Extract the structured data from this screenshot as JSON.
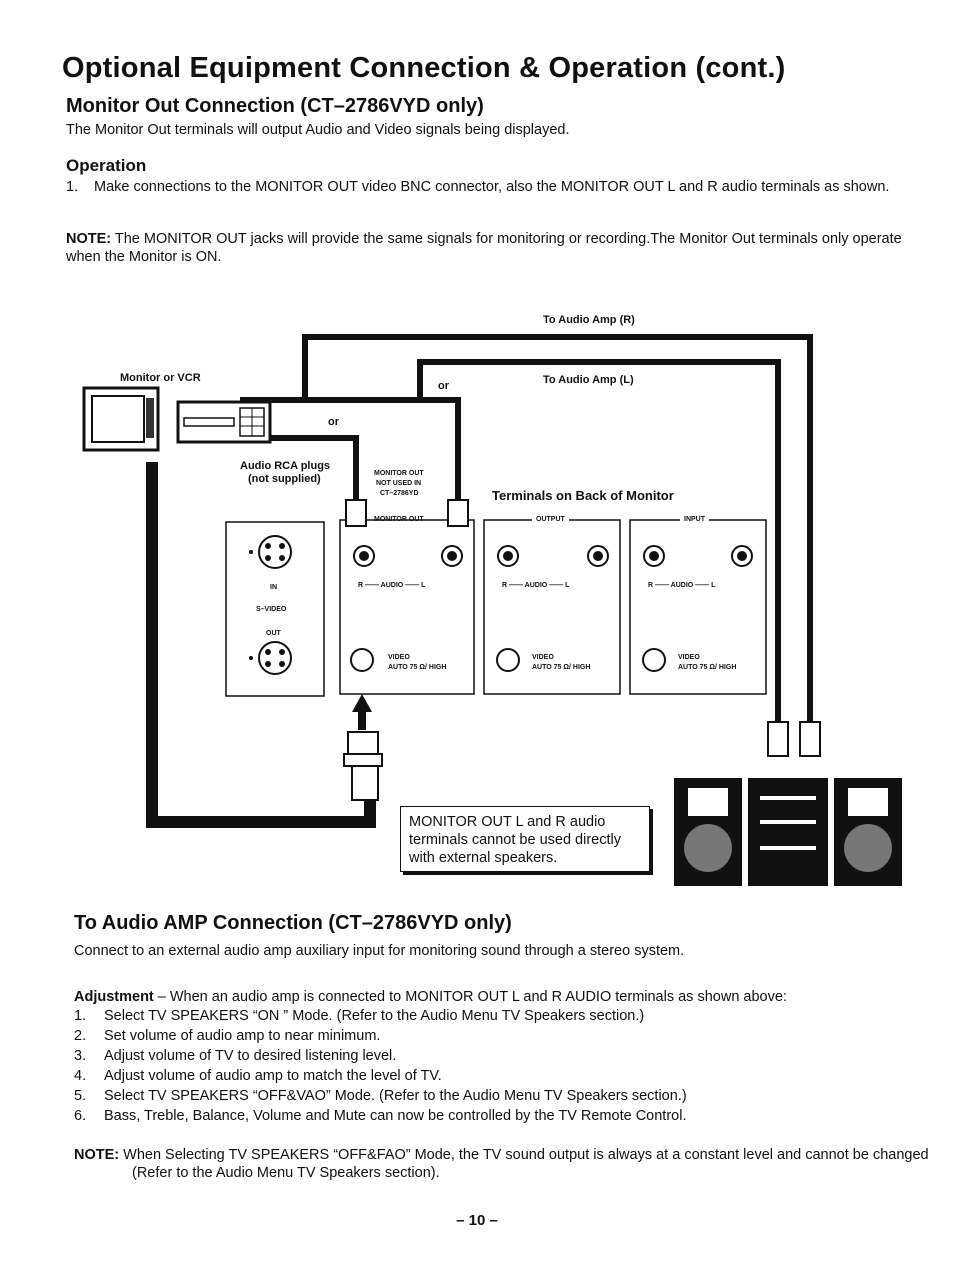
{
  "page_title": "Optional Equipment Connection & Operation (cont.)",
  "monitor_section": {
    "heading": "Monitor Out Connection (CT–2786VYD only)",
    "intro": "The Monitor Out terminals will output Audio and Video signals being displayed.",
    "operation_heading": "Operation",
    "step_1_num": "1.",
    "step_1": "Make connections to the MONITOR OUT video BNC connector, also the MONITOR OUT L and R audio terminals as shown.",
    "note_label": "NOTE:",
    "note_text": "The MONITOR OUT jacks will provide the same signals for monitoring or recording.The Monitor Out terminals only operate when the Monitor is ON."
  },
  "diagram": {
    "to_audio_amp_r": "To Audio Amp (R)",
    "to_audio_amp_l": "To Audio Amp (L)",
    "monitor_or_vcr": "Monitor or VCR",
    "or_1": "or",
    "or_2": "or",
    "audio_rca_plugs": "Audio RCA plugs",
    "not_supplied": "(not supplied)",
    "monitor_out_not_used_1": "MONITOR OUT",
    "monitor_out_not_used_2": "NOT USED IN",
    "monitor_out_not_used_3": "CT–2786YD",
    "terminals_title": "Terminals on Back of Monitor",
    "monitor_out_label": "MONITOR OUT",
    "output_label": "OUTPUT",
    "input_label": "INPUT",
    "audio_r_l": "R —— AUDIO —— L",
    "video_label": "VIDEO",
    "auto_75": "AUTO 75 Ω/ HIGH",
    "svideo_in": "IN",
    "svideo_label": "S–VIDEO",
    "svideo_out": "OUT",
    "warning_text": "MONITOR OUT L and R audio terminals cannot be used directly with external speakers."
  },
  "amp_section": {
    "heading": "To Audio AMP Connection (CT–2786VYD only)",
    "intro": "Connect to an external audio amp auxiliary input for monitoring sound through a stereo system.",
    "adjustment_label": "Adjustment",
    "adjustment_text": " – When an audio amp is connected to MONITOR OUT L and R AUDIO terminals as shown above:",
    "steps": [
      {
        "num": "1.",
        "text": "Select TV SPEAKERS “ON ” Mode. (Refer to the Audio Menu TV Speakers section.)"
      },
      {
        "num": "2.",
        "text": "Set volume of audio amp to near minimum."
      },
      {
        "num": "3.",
        "text": "Adjust volume of TV to desired listening level."
      },
      {
        "num": "4.",
        "text": "Adjust volume of audio amp to match the level of TV."
      },
      {
        "num": "5.",
        "text": "Select TV SPEAKERS “OFF&VAO” Mode. (Refer to the Audio Menu TV Speakers section.)"
      },
      {
        "num": "6.",
        "text": "Bass, Treble, Balance, Volume and Mute can now be controlled by the TV Remote Control."
      }
    ],
    "note_label": "NOTE:",
    "note_text": "When Selecting TV SPEAKERS “OFF&FAO” Mode, the TV sound output is always at a constant level and cannot be changed (Refer to the Audio Menu TV Speakers section)."
  },
  "page_number": "– 10 –"
}
